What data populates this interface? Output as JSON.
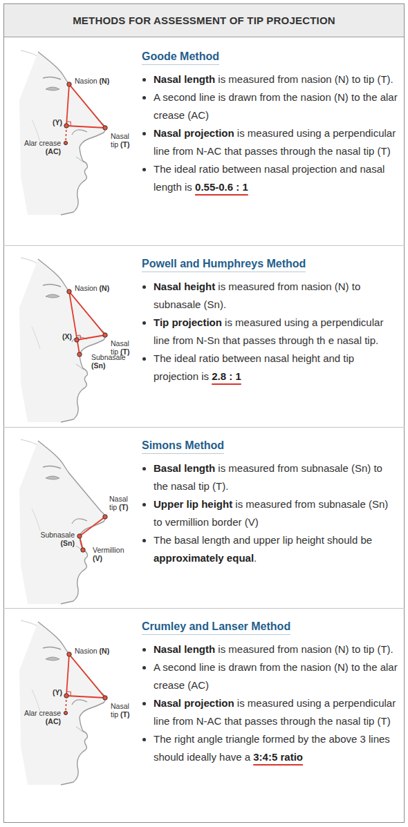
{
  "diagram": {
    "title": "METHODS FOR ASSESSMENT OF TIP PROJECTION",
    "nodes": [
      {
        "text": [
          "Goode Method",
          "Nasal length is measured from nasion (N) to tip (T).",
          "A second line is drawn from the nasion (N) to the alar crease (AC)",
          "Nasal projection is measured using a perpendicular line from N-AC that passes through the nasal tip (T)",
          "The ideal ratio between nasal projection and nasal length is 0.55-0.6 : 1"
        ]
      },
      {
        "text": [
          "Powell and Humphreys Method",
          "Nasal height is measured from nasion (N) to subnasale (Sn).",
          "Tip projection is measured using a perpendicular line from N-Sn that passes through th e nasal tip.",
          "The ideal ratio between nasal height and tip projection is 2.8 : 1"
        ]
      },
      {
        "text": [
          "Simons Method",
          "Basal length is measured from subnasale (Sn) to the nasal tip (T).",
          "Upper lip height is measured from subnasale (Sn) to vermillion border (V)",
          "The basal length and upper lip height should be approximately equal."
        ]
      },
      {
        "text": [
          "Crumley and Lanser Method",
          "Nasal length is measured from nasion (N) to tip (T).",
          "A second line is drawn from the nasion (N) to the alar crease (AC)",
          "Nasal projection is measured using a perpendicular line from N-AC that passes through the nasal tip (T)",
          "The right angle triangle formed by the above 3 lines should ideally have a 3:4:5 ratio"
        ]
      }
    ],
    "labels": [
      "Nasion (N)",
      "(Y)",
      "Alar crease (AC)",
      "Nasal tip (T)",
      "Nasion (N)",
      "(X)",
      "Nasal tip (T)",
      "Subnasale (Sn)",
      "Nasal tip (T)",
      "Subnasale (Sn)",
      "Vermillion (V)",
      "Nasion (N)",
      "(Y)",
      "Alar crease (AC)",
      "Nasal tip (T)"
    ]
  }
}
